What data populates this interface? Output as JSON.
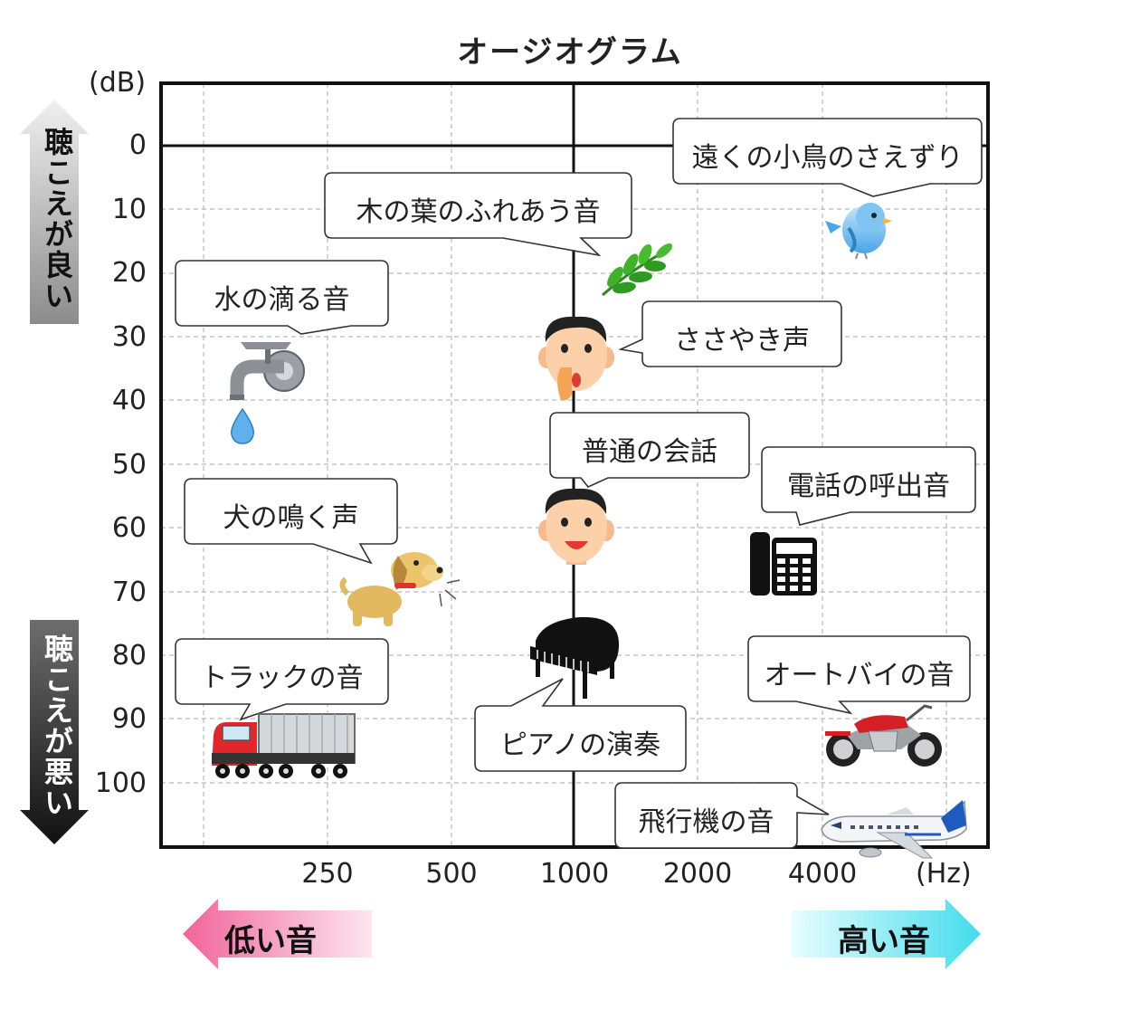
{
  "title": "オージオグラム",
  "y_unit": "(dB)",
  "x_unit": "(Hz)",
  "y_ticks": [
    "0",
    "10",
    "20",
    "30",
    "40",
    "50",
    "60",
    "70",
    "80",
    "90",
    "100"
  ],
  "x_ticks": [
    "250",
    "500",
    "1000",
    "2000",
    "4000"
  ],
  "left_arrows": {
    "top": "聴こえが良い",
    "bottom": "聴こえが悪い"
  },
  "bottom_arrows": {
    "low": "低い音",
    "high": "高い音"
  },
  "sounds": [
    {
      "label": "遠くの小鳥のさえずり",
      "icon": "bird-icon"
    },
    {
      "label": "木の葉のふれあう音",
      "icon": "leaves-icon"
    },
    {
      "label": "水の滴る音",
      "icon": "faucet-icon"
    },
    {
      "label": "ささやき声",
      "icon": "whisper-face-icon"
    },
    {
      "label": "普通の会話",
      "icon": "talking-face-icon"
    },
    {
      "label": "電話の呼出音",
      "icon": "telephone-icon"
    },
    {
      "label": "犬の鳴く声",
      "icon": "dog-icon"
    },
    {
      "label": "トラックの音",
      "icon": "truck-icon"
    },
    {
      "label": "ピアノの演奏",
      "icon": "piano-icon"
    },
    {
      "label": "オートバイの音",
      "icon": "motorcycle-icon"
    },
    {
      "label": "飛行機の音",
      "icon": "airplane-icon"
    }
  ],
  "colors": {
    "good_arrow": "#9a9a9a",
    "bad_arrow": "#333333",
    "low_arrow": "#f47fa0",
    "high_arrow": "#5be3f0"
  }
}
